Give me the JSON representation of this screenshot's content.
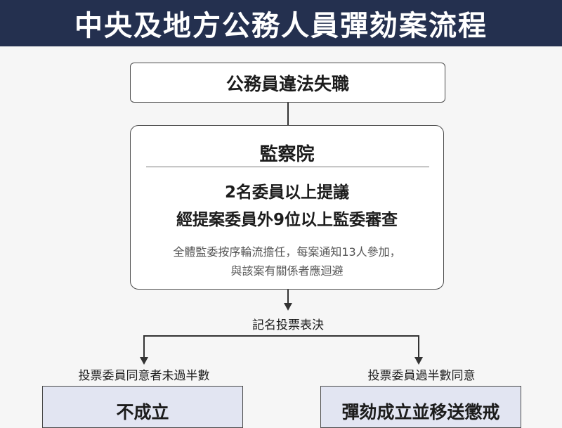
{
  "title": "中央及地方公務人員彈劾案流程",
  "start": "公務員違法失職",
  "control_yuan": {
    "name": "監察院",
    "rules": [
      "2名委員以上提議",
      "經提案委員外9位以上監委審查"
    ],
    "notes": [
      "全體監委按序輪流擔任，每案通知13人參加，",
      "與該案有關係者應迴避"
    ]
  },
  "vote": "記名投票表決",
  "branches": {
    "left": {
      "condition": "投票委員同意者未過半數",
      "result": "不成立"
    },
    "right": {
      "condition": "投票委員過半數同意",
      "result": "彈劾成立並移送懲戒"
    }
  },
  "colors": {
    "header_bg": "#24304f",
    "result_bg": "#e2e5f2"
  }
}
